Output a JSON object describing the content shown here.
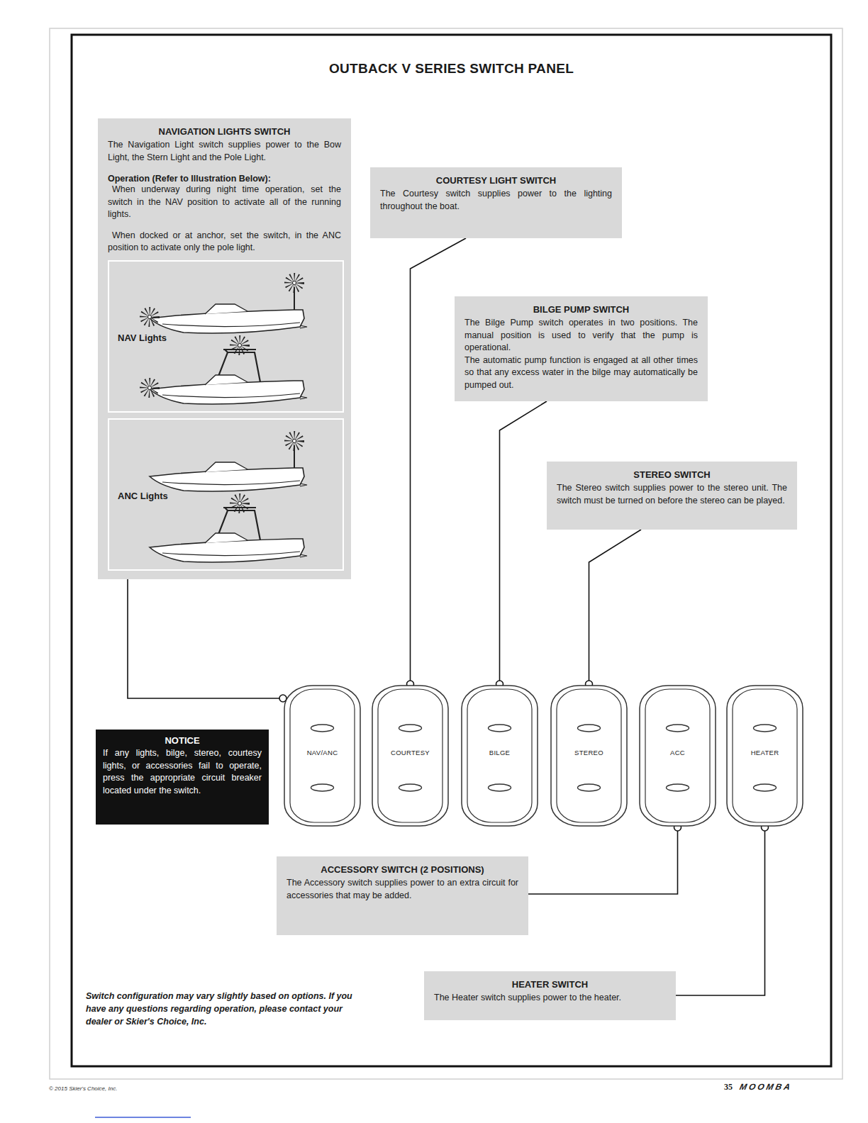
{
  "diagram": {
    "title": "OUTBACK V SERIES SWITCH PANEL",
    "nodes": [
      {
        "text": [
          "NAVIGATION LIGHTS SWITCH",
          "The Navigation Light switch supplies power to the Bow Light, the Stern Light and the Pole Light.",
          "Operation (Refer to Illustration Below):",
          "When underway during night time operation, set the switch in the NAV position to activate all of the running lights.",
          "When docked or at anchor, set the switch, in the ANC position to activate only the pole light."
        ]
      },
      {
        "text": [
          "NAV Lights"
        ],
        "in": 0
      },
      {
        "text": [
          "ANC Lights"
        ],
        "in": 0
      },
      {
        "text": [
          "COURTESY LIGHT SWITCH",
          "The Courtesy switch supplies power to the lighting throughout the boat."
        ]
      },
      {
        "text": [
          "BILGE PUMP SWITCH",
          "The Bilge Pump switch operates in two positions. The manual position is used to verify that the pump is operational.",
          "The automatic pump function is engaged at all other times so that any excess water in the bilge may automatically be pumped out."
        ]
      },
      {
        "text": [
          "STEREO SWITCH",
          "The Stereo switch supplies power to the stereo unit. The switch must be turned on before the stereo can be played."
        ]
      },
      {
        "text": [
          "NOTICE",
          "If any lights, bilge, stereo, courtesy lights, or accessories fail to operate, press the appropriate circuit breaker located under the switch."
        ]
      },
      {
        "text": [
          "NAV/ANC"
        ]
      },
      {
        "text": [
          "COURTESY"
        ]
      },
      {
        "text": [
          "BILGE"
        ]
      },
      {
        "text": [
          "STEREO"
        ]
      },
      {
        "text": [
          "ACC"
        ]
      },
      {
        "text": [
          "HEATER"
        ]
      },
      {
        "text": [
          "ACCESSORY SWITCH (2 POSITIONS)",
          "The Accessory switch supplies power to an extra circuit for accessories that may be added."
        ]
      },
      {
        "text": [
          "HEATER SWITCH",
          "The Heater switch supplies power to the heater."
        ]
      }
    ],
    "edges": [
      {
        "from": 0,
        "to": 7,
        "arrow": "none"
      },
      {
        "from": 3,
        "to": 8,
        "arrow": "none"
      },
      {
        "from": 4,
        "to": 9,
        "arrow": "none"
      },
      {
        "from": 5,
        "to": 10,
        "arrow": "none"
      },
      {
        "from": 13,
        "to": 11,
        "arrow": "none"
      },
      {
        "from": 14,
        "to": 12,
        "arrow": "none"
      }
    ],
    "labels": [
      "Switch configuration may vary slightly based on options. If you have any questions regarding operation, please contact your dealer or Skier's Choice, Inc.",
      "© 2015 Skier's Choice, Inc.",
      "35",
      "MOOMBA"
    ]
  }
}
